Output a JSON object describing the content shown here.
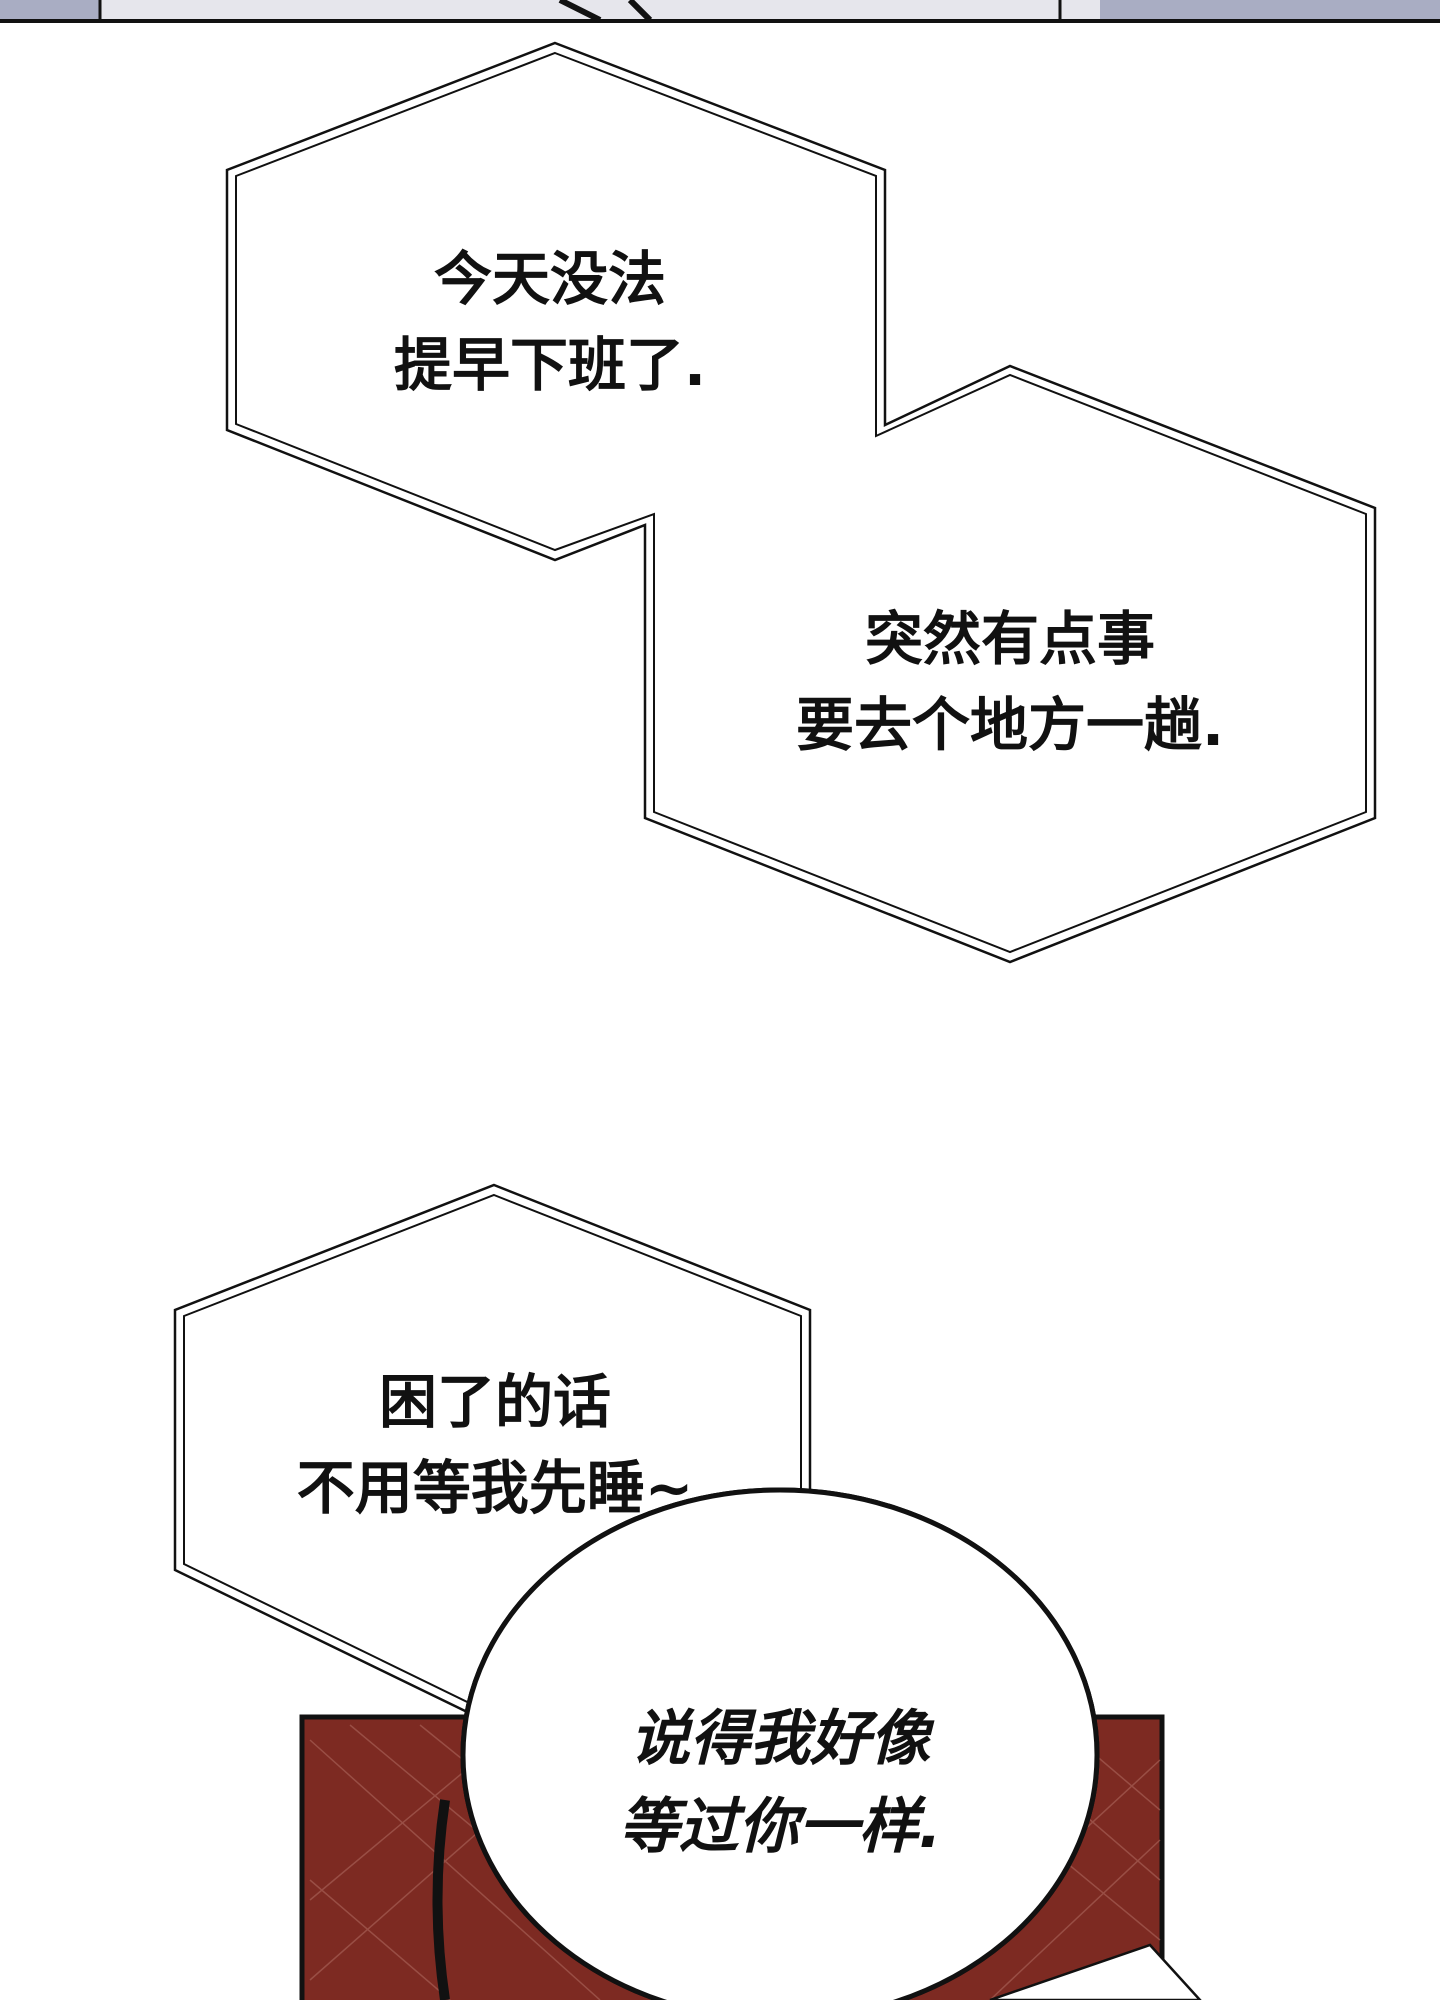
{
  "panels": {
    "top_strip_colors": {
      "background": "#a9adc3",
      "border": "#111111"
    },
    "bottom_panel_colors": {
      "fill": "#7d2a22",
      "border": "#111111"
    }
  },
  "bubbles": {
    "narration_1": {
      "line1": "今天没法",
      "line2": "提早下班了."
    },
    "narration_2": {
      "line1": "突然有点事",
      "line2": "要去个地方一趟."
    },
    "narration_3": {
      "line1": "困了的话",
      "line2": "不用等我先睡~"
    },
    "speech_1": {
      "line1": "说得我好像",
      "line2": "等过你一样."
    }
  }
}
